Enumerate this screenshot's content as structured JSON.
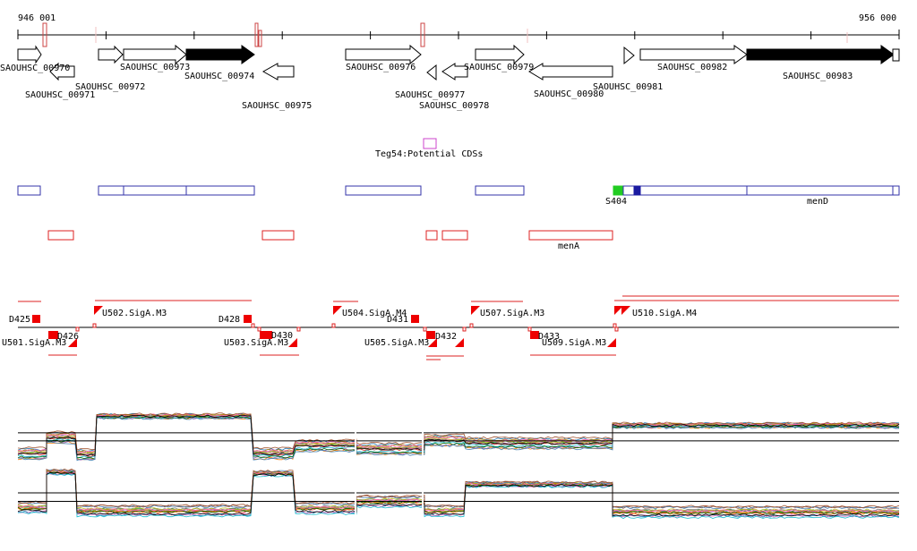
{
  "coordinates": {
    "start": "946 001",
    "end": "956 000"
  },
  "genes": [
    {
      "label": "SAOUHSC_00970"
    },
    {
      "label": "SAOUHSC_00971"
    },
    {
      "label": "SAOUHSC_00972"
    },
    {
      "label": "SAOUHSC_00973"
    },
    {
      "label": "SAOUHSC_00974"
    },
    {
      "label": "SAOUHSC_00975"
    },
    {
      "label": "SAOUHSC_00976"
    },
    {
      "label": "SAOUHSC_00977"
    },
    {
      "label": "SAOUHSC_00978"
    },
    {
      "label": "SAOUHSC_00979"
    },
    {
      "label": "SAOUHSC_00980"
    },
    {
      "label": "SAOUHSC_00981"
    },
    {
      "label": "SAOUHSC_00982"
    },
    {
      "label": "SAOUHSC_00983"
    }
  ],
  "teg_feature": {
    "label": "Teg54:Potential CDSs"
  },
  "cds_track": {
    "s_label": "S404",
    "gene_label": "menD"
  },
  "red_track": {
    "gene_label": "menA"
  },
  "promoters": [
    {
      "label": "U501.SigA.M3"
    },
    {
      "label": "U502.SigA.M3"
    },
    {
      "label": "U503.SigA.M3"
    },
    {
      "label": "U504.SigA.M4"
    },
    {
      "label": "U505.SigA.M3"
    },
    {
      "label": "U507.SigA.M3"
    },
    {
      "label": "U509.SigA.M3"
    },
    {
      "label": "U510.SigA.M4"
    }
  ],
  "terminators": [
    {
      "label": "D425"
    },
    {
      "label": "D426"
    },
    {
      "label": "D428"
    },
    {
      "label": "D430"
    },
    {
      "label": "D431"
    },
    {
      "label": "D432"
    },
    {
      "label": "D433"
    }
  ],
  "expression": {
    "panels": [
      {
        "name": "upper-expression-plot",
        "levels": [
          0.35,
          1.0,
          0.45,
          0.55,
          0.3,
          0.8,
          0.9
        ]
      },
      {
        "name": "lower-expression-plot",
        "levels": [
          0.9,
          0.1,
          0.95,
          0.15,
          0.7,
          0.85,
          0.1
        ]
      }
    ],
    "colors": [
      "#d62728",
      "#2ca02c",
      "#ff7f0e",
      "#1f77b4",
      "#9467bd",
      "#8c564b",
      "#e377c2",
      "#7f7f7f",
      "#bcbd22",
      "#17becf",
      "#b8860b",
      "#006400",
      "#ff69b4",
      "#4682b4",
      "#a0522d",
      "#000000"
    ]
  }
}
